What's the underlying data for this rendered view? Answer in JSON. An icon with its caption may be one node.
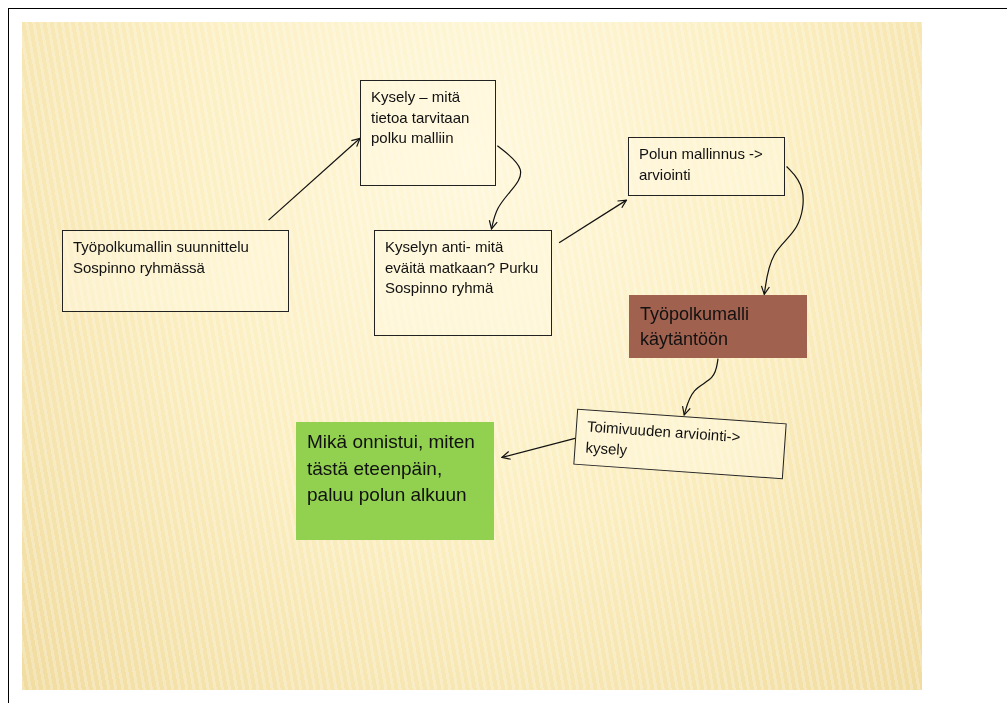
{
  "diagram": {
    "nodes": [
      {
        "text": [
          "Työpolkumallin suunnittelu Sospinno ryhmässä"
        ]
      },
      {
        "text": [
          "Kysely – mitä tietoa tarvitaan polku malliin"
        ]
      },
      {
        "text": [
          "Kyselyn anti- mitä eväitä matkaan? Purku Sospinno ryhmä"
        ]
      },
      {
        "text": [
          "Polun mallinnus -> arviointi"
        ]
      },
      {
        "text": [
          "Työpolkumalli käytäntöön"
        ]
      },
      {
        "text": [
          "Toimivuuden arviointi-> kysely"
        ]
      },
      {
        "text": [
          "Mikä onnistui, miten tästä eteenpäin, paluu polun alkuun"
        ]
      }
    ],
    "edges": [
      {
        "from": 0,
        "to": 1,
        "arrow": "to"
      },
      {
        "from": 1,
        "to": 2,
        "arrow": "to"
      },
      {
        "from": 2,
        "to": 3,
        "arrow": "to"
      },
      {
        "from": 3,
        "to": 4,
        "arrow": "to"
      },
      {
        "from": 4,
        "to": 5,
        "arrow": "to"
      },
      {
        "from": 5,
        "to": 6,
        "arrow": "to"
      }
    ]
  }
}
